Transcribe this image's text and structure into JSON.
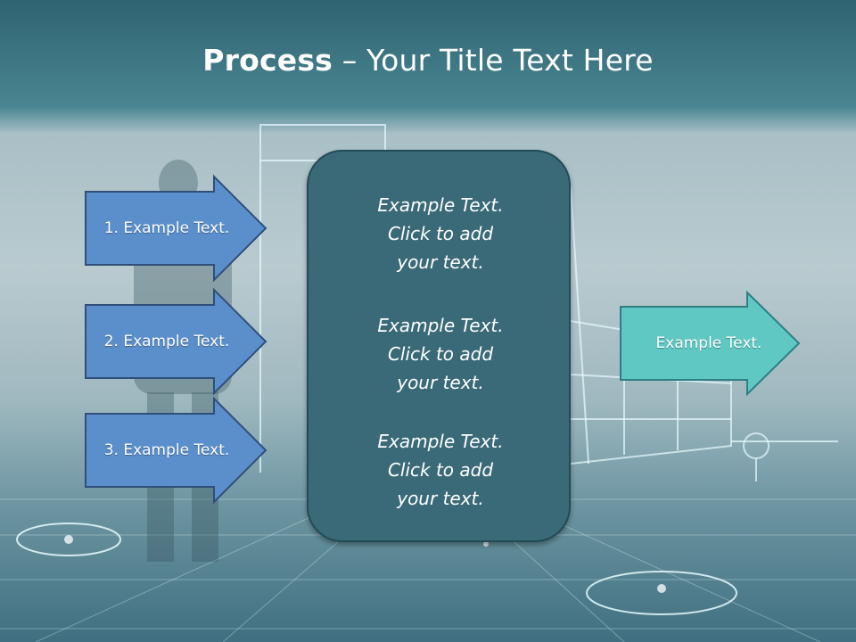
{
  "title": {
    "bold": "Process",
    "rest": " – Your Title Text Here"
  },
  "steps": [
    {
      "label": "1. Example Text."
    },
    {
      "label": "2. Example Text."
    },
    {
      "label": "3. Example Text."
    }
  ],
  "center_blocks": [
    {
      "line1": "Example Text.",
      "line2": "Click  to add",
      "line3": "your text."
    },
    {
      "line1": "Example Text.",
      "line2": "Click  to add",
      "line3": "your text."
    },
    {
      "line1": "Example Text.",
      "line2": "Click  to add",
      "line3": "your text."
    }
  ],
  "output": {
    "label": "Example Text."
  },
  "colors": {
    "step_arrow": "#5b8fcb",
    "step_border": "#2f4f7a",
    "center_box": "#3a6a78",
    "output_arrow": "#5fc8c3",
    "output_border": "#2d7f84",
    "title_band": "#2f6472"
  }
}
